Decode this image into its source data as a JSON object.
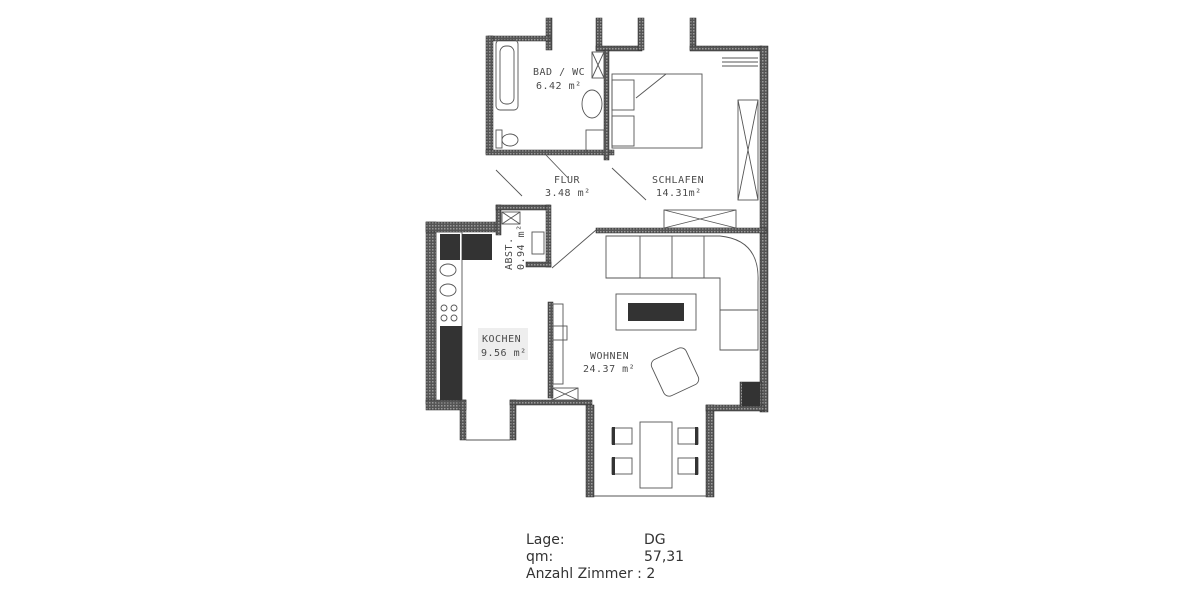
{
  "floorplan": {
    "rooms": [
      {
        "id": "bad",
        "name": "BAD / WC",
        "area": "6.42 m²"
      },
      {
        "id": "flur",
        "name": "FLUR",
        "area": "3.48 m²"
      },
      {
        "id": "schlafen",
        "name": "SCHLAFEN",
        "area": "14.31m²"
      },
      {
        "id": "abst",
        "name": "ABST.",
        "area": "0.94 m²"
      },
      {
        "id": "kochen",
        "name": "KOCHEN",
        "area": "9.56 m²"
      },
      {
        "id": "wohnen",
        "name": "WOHNEN",
        "area": "24.37 m²"
      }
    ]
  },
  "info": {
    "lage_label": "Lage:",
    "lage_value": "DG",
    "qm_label": "qm:",
    "qm_value": "57,31",
    "zimmer_label": "Anzahl Zimmer : 2"
  },
  "colors": {
    "wall": "#2a2a2a",
    "line": "#555555",
    "text": "#4a4a4a"
  }
}
